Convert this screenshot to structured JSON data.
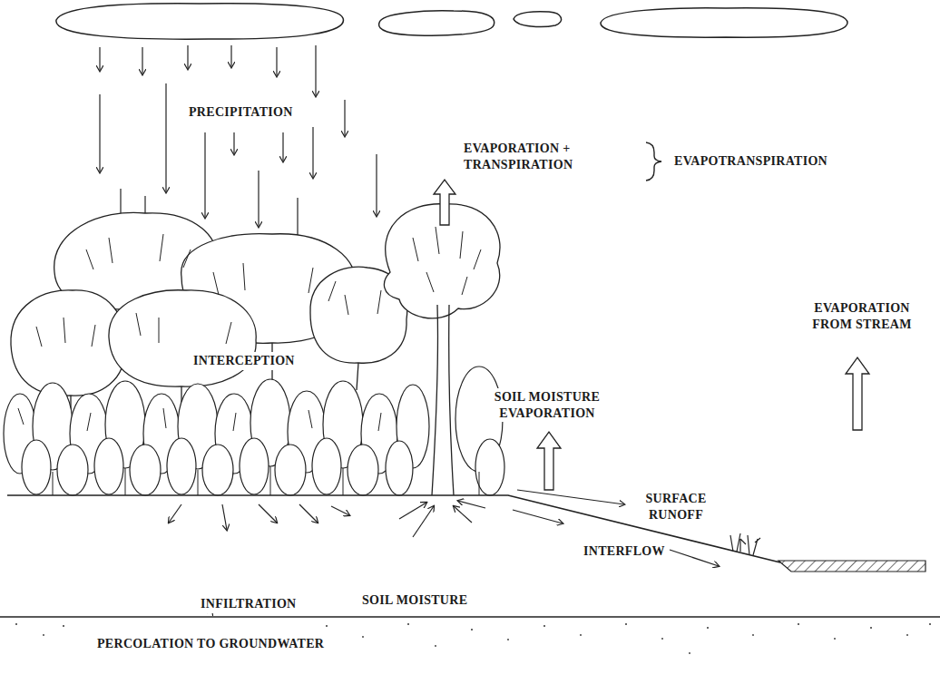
{
  "diagram": {
    "labels": [
      "PRECIPITATION",
      "EVAPORATION + TRANSPIRATION",
      "EVAPOTRANSPIRATION",
      "INTERCEPTION",
      "SOIL MOISTURE EVAPORATION",
      "EVAPORATION FROM STREAM",
      "SURFACE RUNOFF",
      "INTERFLOW",
      "INFILTRATION",
      "SOIL MOISTURE",
      "PERCOLATION TO GROUNDWATER"
    ]
  }
}
